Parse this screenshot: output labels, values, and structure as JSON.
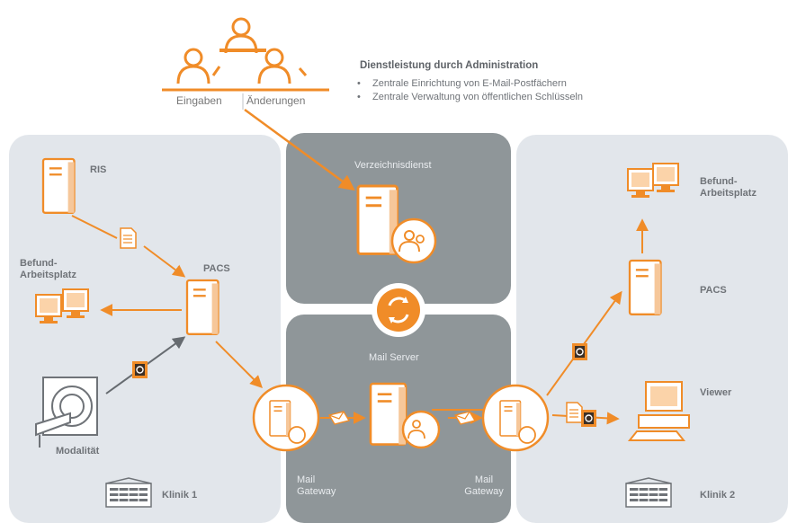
{
  "admin": {
    "title": "Dienstleistung durch Administration",
    "items": [
      "Zentrale Einrichtung von E-Mail-Postfächern",
      "Zentrale Verwaltung von öffentlichen Schlüsseln"
    ],
    "input_label": "Eingaben",
    "change_label": "Änderungen"
  },
  "left": {
    "ris": "RIS",
    "workstation": "Befund-\nArbeitsplatz",
    "pacs": "PACS",
    "modality": "Modalität",
    "clinic": "Klinik 1"
  },
  "center": {
    "directory": "Verzeichnisdienst",
    "mail_server": "Mail Server",
    "gateway_left": "Mail\nGateway",
    "gateway_right": "Mail\nGateway"
  },
  "right": {
    "workstation": "Befund-\nArbeitsplatz",
    "pacs": "PACS",
    "viewer": "Viewer",
    "clinic": "Klinik 2"
  },
  "colors": {
    "orange": "#f08c28",
    "panel_light": "#e1e5ea",
    "panel_dark": "#8f9699",
    "text": "#6f7378"
  },
  "icons": [
    "people-icon",
    "server-icon",
    "document-icon",
    "monitor-icon",
    "mri-scanner-icon",
    "building-icon",
    "envelope-icon",
    "key-badge-icon",
    "sync-icon"
  ]
}
